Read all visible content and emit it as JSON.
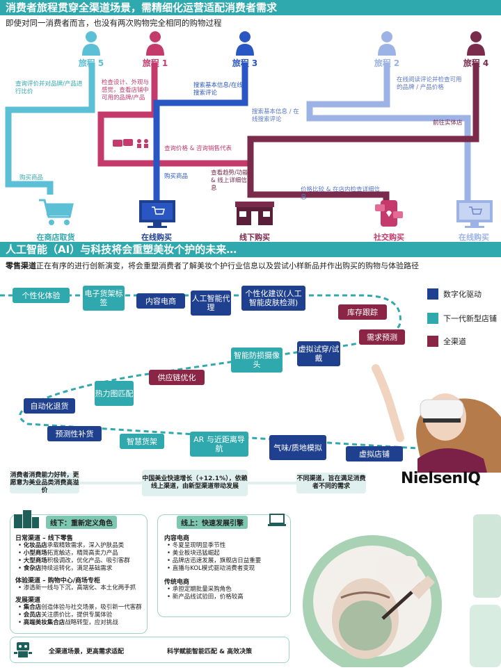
{
  "section1": {
    "title": "消费者旅程贯穿全渠道场景，需精细化运营适配消费者需求",
    "subtitle": "即使对同一消费者而言，也没有两次购物完全相同的购物过程",
    "journeys": [
      {
        "label": "旅程 5",
        "color": "#5bbfd6"
      },
      {
        "label": "旅程 1",
        "color": "#c43a6b"
      },
      {
        "label": "旅程 3",
        "color": "#2a56c4"
      },
      {
        "label": "旅程 2",
        "color": "#9db3e6"
      },
      {
        "label": "旅程 4",
        "color": "#7a2a4a"
      }
    ],
    "notes": {
      "n1": "查询评价并对品牌/产品进行比价",
      "n2": "检查设计、外观与感觉，查看店铺中可用的品牌/产品",
      "n3": "搜索基本信息/在线搜索评论",
      "n4": "在线阅读评论并检查可用的品牌 / 产品价格",
      "n5": "搜索基本信息 / 在线搜索评论",
      "n6": "前往实体店",
      "n7": "查询价格 & 咨询销售代表",
      "n8": "购买商品",
      "n9": "购买商品",
      "n10": "查看趋势/功能 & 线上详细信息",
      "n11": "价格比较 & 在店内检查详细信息"
    },
    "destinations": [
      "在商店取货",
      "在线购买",
      "线下购买",
      "社交购买",
      "在线购买"
    ]
  },
  "section2": {
    "title": "人工智能（AI）与科技将会重塑美妆个护的未来…",
    "subtitle_bold": "零售渠道",
    "subtitle_rest": "正在有序的进行创新演变，将会重塑消费者了解美妆个护行业信息以及尝试小样新品并作出购买的购物与体验路径",
    "chips": [
      {
        "label": "个性化体验",
        "type": "teal"
      },
      {
        "label": "电子货架标签",
        "type": "teal"
      },
      {
        "label": "内容电商",
        "type": "navy"
      },
      {
        "label": "人工智能代理",
        "type": "navy"
      },
      {
        "label": "个性化建议(人工智能皮肤检测)",
        "type": "navy"
      },
      {
        "label": "库存跟踪",
        "type": "maroon"
      },
      {
        "label": "需求预测",
        "type": "maroon"
      },
      {
        "label": "虚拟试穿/试戴",
        "type": "navy"
      },
      {
        "label": "智能防损摄像头",
        "type": "teal"
      },
      {
        "label": "供应链优化",
        "type": "maroon"
      },
      {
        "label": "热力图匹配",
        "type": "teal"
      },
      {
        "label": "自动化退货",
        "type": "navy"
      },
      {
        "label": "预测性补货",
        "type": "navy"
      },
      {
        "label": "智慧货架",
        "type": "teal"
      },
      {
        "label": "AR 与近距离导航",
        "type": "teal"
      },
      {
        "label": "气味/质地模拟",
        "type": "navy"
      },
      {
        "label": "虚拟店铺",
        "type": "navy"
      }
    ],
    "legend": [
      {
        "label": "数字化驱动",
        "color": "#1f3f8f"
      },
      {
        "label": "下一代新型店铺",
        "color": "#2fa9ad"
      },
      {
        "label": "全渠道",
        "color": "#8b2545"
      }
    ],
    "bars": [
      "消费者消费能力好转，更愿意为美业品类消费高溢价",
      "中国美业快速增长（+12.1%），依赖线上渠道，由新型渠道带动发展",
      "不同渠道，旨在满足消费者不同的需求"
    ],
    "brand": "NielsenIQ"
  },
  "section3": {
    "offline": {
      "tag": "线下：重新定义角色",
      "groups": [
        {
          "title": "日常渠道 – 线下零售",
          "items": [
            {
              "b": "化妆品店",
              "t": "承载精致需求，深入护肤品类"
            },
            {
              "b": "小型商场",
              "t": "拓宽触达，精简高卖力产品"
            },
            {
              "b": "大型商场",
              "t": "积极调改，优化产品、吸引客群"
            },
            {
              "b": "食杂店",
              "t": "持续运转化，满足基础需求"
            }
          ]
        },
        {
          "title": "体验渠道 – 购物中心/商场专柜",
          "items": [
            {
              "b": "",
              "t": "渗透新一线与下沉，高端化、本土化两手抓"
            }
          ]
        },
        {
          "title": "发展渠道",
          "items": [
            {
              "b": "集合店",
              "t": "创造体验与社交场景，吸引新一代客群"
            },
            {
              "b": "会员店",
              "t": "关注质价比，提供专属体验"
            },
            {
              "b": "高端美妆集合店",
              "t": "战略转型，应对挑战"
            }
          ]
        }
      ]
    },
    "online": {
      "tag": "线上：快速发展引擎",
      "groups": [
        {
          "title": "内容电商",
          "items": [
            {
              "b": "",
              "t": "冬夏呈现明显季节性"
            },
            {
              "b": "",
              "t": "美业板块迅猛崛起"
            },
            {
              "b": "",
              "t": "品牌店迅速发展，旗舰店日益重要"
            },
            {
              "b": "",
              "t": "直播与KOL模式驱动消费者变现"
            }
          ]
        },
        {
          "title": "传统电商",
          "items": [
            {
              "b": "",
              "t": "承担定期批量采购角色"
            },
            {
              "b": "",
              "t": "新产品线试验田，价格较高"
            }
          ]
        }
      ]
    },
    "bottom": [
      "全渠道场景，更高需求适配",
      "科学赋能智能匹配 & 高效决策"
    ]
  }
}
